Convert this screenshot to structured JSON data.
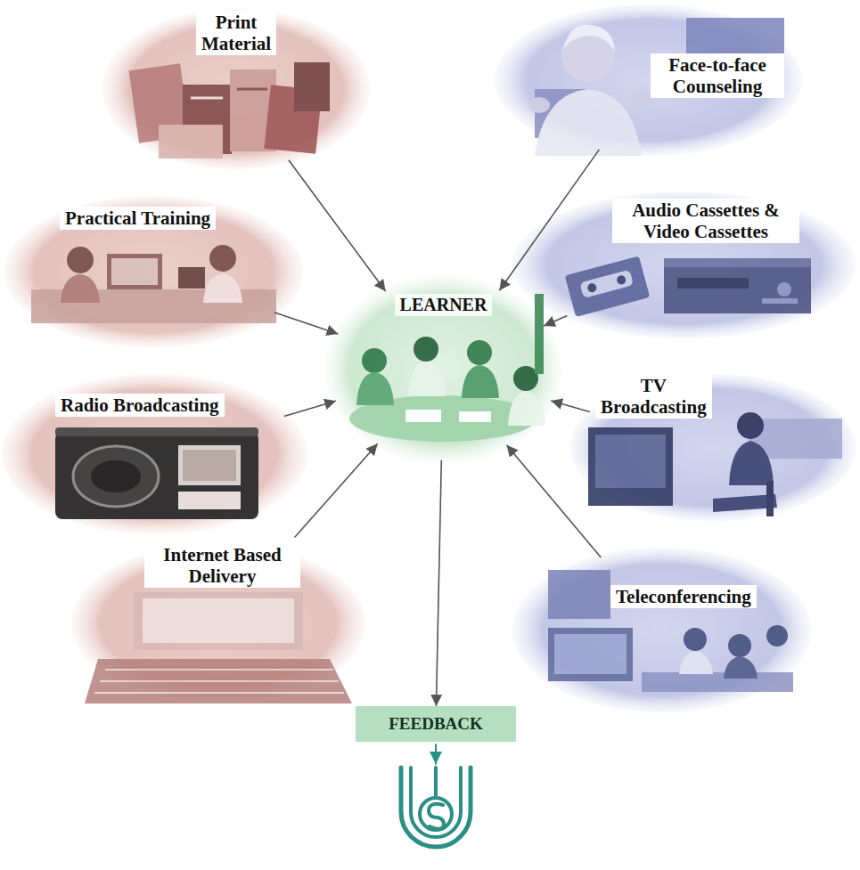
{
  "diagram": {
    "nodes": [
      {
        "text": [
          "Print Material"
        ]
      },
      {
        "text": [
          "Face-to-face Counseling"
        ]
      },
      {
        "text": [
          "Practical Training"
        ]
      },
      {
        "text": [
          "Audio Cassettes & Video Cassettes"
        ]
      },
      {
        "text": [
          "LEARNER"
        ]
      },
      {
        "text": [
          "Radio Broadcasting"
        ]
      },
      {
        "text": [
          "TV Broadcasting"
        ]
      },
      {
        "text": [
          "Internet Based Delivery"
        ]
      },
      {
        "text": [
          "Teleconferencing"
        ]
      },
      {
        "text": [
          "FEEDBACK"
        ]
      }
    ],
    "edges": [
      {
        "from": 0,
        "to": 4,
        "arrow": "to"
      },
      {
        "from": 1,
        "to": 4,
        "arrow": "to"
      },
      {
        "from": 2,
        "to": 4,
        "arrow": "to"
      },
      {
        "from": 3,
        "to": 4,
        "arrow": "to"
      },
      {
        "from": 5,
        "to": 4,
        "arrow": "to"
      },
      {
        "from": 6,
        "to": 4,
        "arrow": "to"
      },
      {
        "from": 7,
        "to": 4,
        "arrow": "to"
      },
      {
        "from": 8,
        "to": 4,
        "arrow": "to"
      },
      {
        "from": 4,
        "to": 9,
        "arrow": "to"
      }
    ]
  }
}
